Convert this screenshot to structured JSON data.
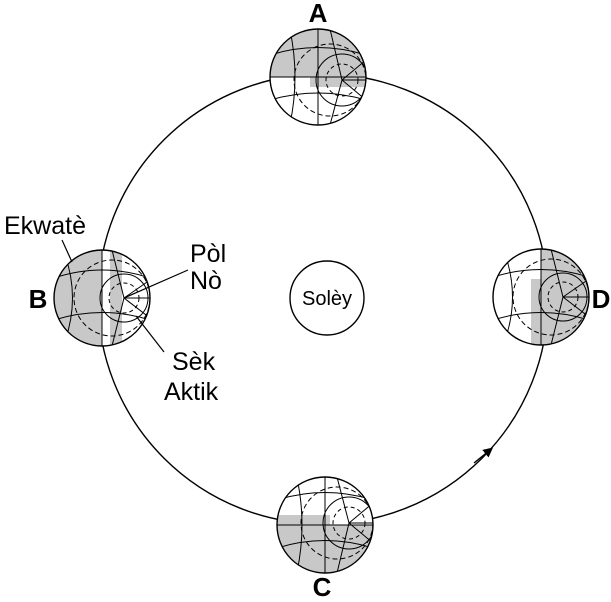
{
  "diagram": {
    "sun_label": "Solèy",
    "positions": {
      "a": "A",
      "b": "B",
      "c": "C",
      "d": "D"
    },
    "annotations": {
      "equator": "Ekwatè",
      "north_pole_line1": "Pòl",
      "north_pole_line2": "Nò",
      "arctic_circle_line1": "Sèk",
      "arctic_circle_line2": "Aktik"
    }
  }
}
